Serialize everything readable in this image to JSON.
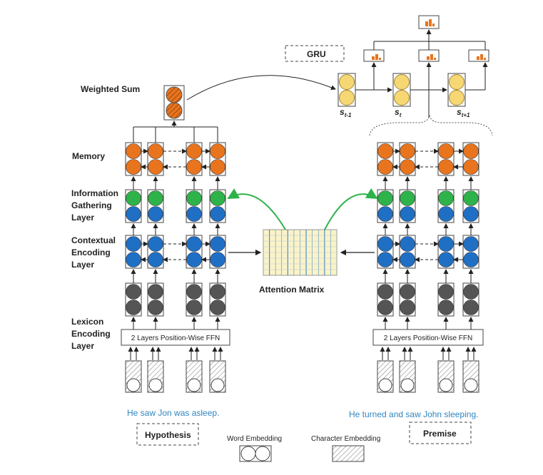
{
  "labels": {
    "weighted_sum": "Weighted Sum",
    "memory": "Memory",
    "info_gathering": [
      "Information",
      "Gathering",
      "Layer"
    ],
    "contextual": [
      "Contextual",
      "Encoding",
      "Layer"
    ],
    "lexicon": [
      "Lexicon",
      "Encoding",
      "Layer"
    ],
    "attention_matrix": "Attention Matrix",
    "gru": "GRU",
    "ffn_left": "2 Layers Position-Wise FFN",
    "ffn_right": "2 Layers Position-Wise FFN",
    "s_prev": "s",
    "s_prev_sub": "t-1",
    "s_curr": "s",
    "s_curr_sub": "t",
    "s_next": "s",
    "s_next_sub": "t+1"
  },
  "sentences": {
    "hypothesis_text": "He saw Jon was asleep.",
    "premise_text": "He turned and saw John sleeping."
  },
  "boxes": {
    "hypothesis": "Hypothesis",
    "premise": "Premise"
  },
  "legend": {
    "word": "Word Embedding",
    "char": "Character Embedding"
  },
  "colors": {
    "orange": "#e8741e",
    "green": "#2eb34a",
    "blue": "#1f6fc5",
    "gray": "#555555",
    "yellow": "#f7d774",
    "arrow_green": "#2eb34a",
    "text_blue": "#2e86c1",
    "matrix_fill": "#fbf3c8",
    "matrix_line": "#4a90c8"
  }
}
